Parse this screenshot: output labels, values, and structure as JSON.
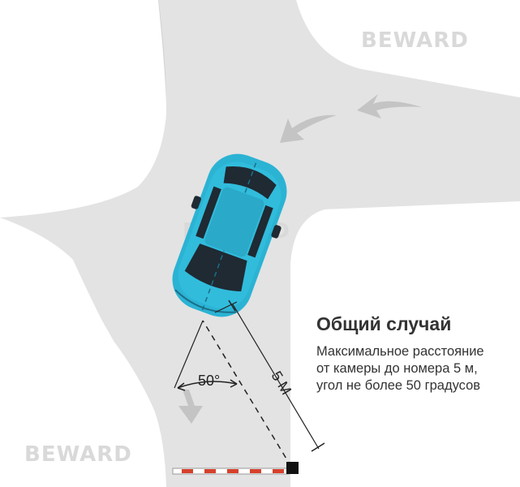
{
  "watermark": "BEWARD",
  "diagram": {
    "distance_label": "5 М",
    "angle_label": "50°"
  },
  "info": {
    "title": "Общий случай",
    "lines": [
      "Максимальное расстояние",
      "от камеры до номера 5 м,",
      "угол не более 50 градусов"
    ]
  },
  "colors": {
    "road": "#e3e3e3",
    "road_edge": "#cfcfcf",
    "car_body": "#2bb3d4",
    "car_glass": "#1f2a33",
    "arrow": "#c4c4c4",
    "barrier_stripe": "#d6402b",
    "camera": "#111111"
  },
  "icons": [
    "direction-arrow-icon",
    "car-icon",
    "camera-icon",
    "barrier-icon"
  ]
}
